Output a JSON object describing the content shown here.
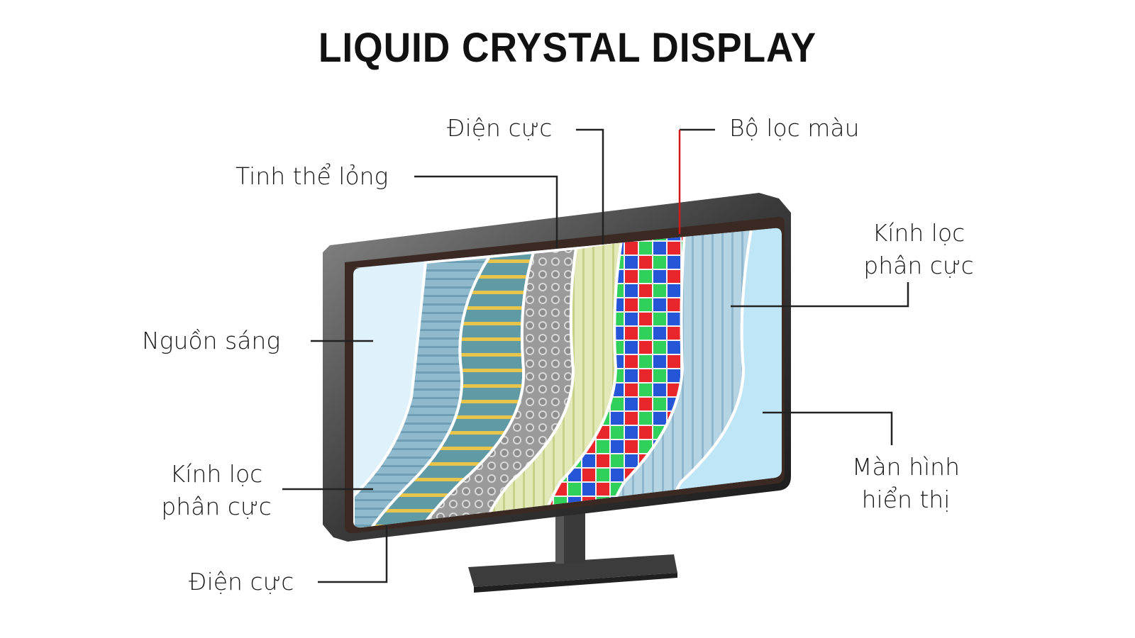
{
  "title": "LIQUID CRYSTAL DISPLAY",
  "labels": {
    "dien_cuc_top": "Điện cực",
    "bo_loc_mau": "Bộ lọc màu",
    "tinh_the_long": "Tinh thể lỏng",
    "kinh_loc_right_line1": "Kính lọc",
    "kinh_loc_right_line2": "phân cực",
    "nguon_sang": "Nguồn sáng",
    "kinh_loc_left_line1": "Kính lọc",
    "kinh_loc_left_line2": "phân cực",
    "dien_cuc_bottom": "Điện cực",
    "man_hinh_line1": "Màn hình",
    "man_hinh_line2": "hiển thị"
  },
  "layers": [
    {
      "name": "light-source",
      "color": "#dff1fa"
    },
    {
      "name": "polarizer-back",
      "color": "#8fb9cc"
    },
    {
      "name": "electrode-back",
      "color": "#5f9aa5",
      "stripe": "#e8c44a"
    },
    {
      "name": "liquid-crystal",
      "color": "#b8b8b8"
    },
    {
      "name": "electrode-front",
      "color": "#dfe6b0"
    },
    {
      "name": "color-filter",
      "colors": [
        "#e8262b",
        "#2fd15a",
        "#2556d8"
      ]
    },
    {
      "name": "polarizer-front",
      "color": "#a9cde0"
    },
    {
      "name": "display-glass",
      "color": "#bfe6f7"
    }
  ],
  "colors": {
    "bezel": "#2b2b2b",
    "bezel_edge": "#7a7a7a",
    "line": "#222222",
    "accent_red": "#d11a1a"
  }
}
